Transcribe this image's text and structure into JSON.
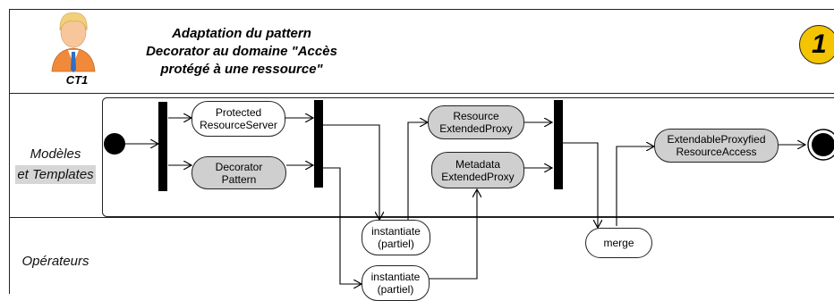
{
  "header": {
    "title_lines": [
      "Adaptation du pattern",
      "Decorator au domaine \"Accès",
      "protégé à une ressource\""
    ],
    "actor_label": "CT1",
    "step_number": "1"
  },
  "lanes": {
    "models_line1": "Modèles",
    "models_line2": "et Templates",
    "operators": "Opérateurs"
  },
  "nodes": {
    "protected_server": [
      "Protected",
      "ResourceServer"
    ],
    "decorator_pattern": [
      "Decorator",
      "Pattern"
    ],
    "resource_proxy": [
      "Resource",
      "ExtendedProxy"
    ],
    "metadata_proxy": [
      "Metadata",
      "ExtendedProxy"
    ],
    "extendable_access": [
      "ExtendableProxyfied",
      "ResourceAccess"
    ],
    "instantiate_1": [
      "instantiate",
      "(partiel)"
    ],
    "instantiate_2": [
      "instantiate",
      "(partiel)"
    ],
    "merge": "merge"
  },
  "colors": {
    "node_grey": "#cfcfcf",
    "badge": "#f5c400",
    "lane_highlight": "#d6d6d6"
  }
}
